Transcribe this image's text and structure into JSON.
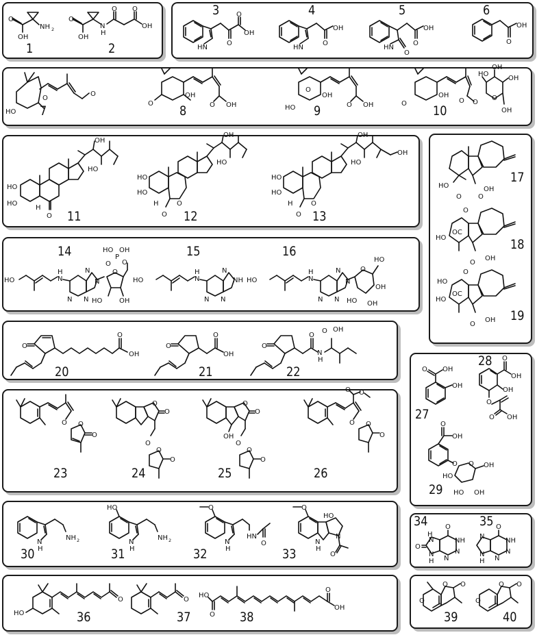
{
  "figure": {
    "description": "Chemical structures of plant hormones and signaling molecules grouped into panels",
    "panels": [
      {
        "id": "A",
        "compounds": [
          {
            "number": "1",
            "atoms": [
              "O",
              "OH",
              "NH2"
            ]
          },
          {
            "number": "2",
            "atoms": [
              "O",
              "OH",
              "N",
              "H",
              "O",
              "O",
              "OH"
            ]
          }
        ]
      },
      {
        "id": "B",
        "compounds": [
          {
            "number": "3",
            "atoms": [
              "HN",
              "O",
              "O",
              "OH"
            ]
          },
          {
            "number": "4",
            "atoms": [
              "HN",
              "O",
              "OH"
            ]
          },
          {
            "number": "5",
            "atoms": [
              "HN",
              "O",
              "O",
              "OH"
            ]
          },
          {
            "number": "6",
            "atoms": [
              "O",
              "OH"
            ]
          }
        ]
      },
      {
        "id": "C",
        "compounds": [
          {
            "number": "7",
            "atoms": [
              "HO",
              "O",
              "O"
            ]
          },
          {
            "number": "8",
            "atoms": [
              "O",
              "OH",
              "O",
              "OH"
            ]
          },
          {
            "number": "9",
            "atoms": [
              "O",
              "OH",
              "HO",
              "O",
              "OH"
            ]
          },
          {
            "number": "10",
            "atoms": [
              "O",
              "OH",
              "O",
              "O",
              "HO",
              "OH",
              "OH",
              "O",
              "OH"
            ]
          }
        ]
      },
      {
        "id": "D",
        "compounds": [
          {
            "number": "11",
            "atoms": [
              "HO",
              "HO",
              "H",
              "O",
              "OH",
              "HO"
            ]
          },
          {
            "number": "12",
            "atoms": [
              "HO",
              "HO",
              "H",
              "O",
              "O",
              "OH",
              "HO"
            ]
          },
          {
            "number": "13",
            "atoms": [
              "HO",
              "HO",
              "H",
              "O",
              "O",
              "OH",
              "HO",
              "OH"
            ]
          }
        ]
      },
      {
        "id": "E",
        "compounds": [
          {
            "number": "17",
            "atoms": [
              "HO",
              "O",
              "O",
              "OH"
            ]
          },
          {
            "number": "18",
            "atoms": [
              "O",
              "OC",
              "HO",
              "O",
              "OH"
            ]
          },
          {
            "number": "19",
            "atoms": [
              "O",
              "HO",
              "OC",
              "HO",
              "O",
              "OH"
            ]
          }
        ]
      },
      {
        "id": "F",
        "compounds": [
          {
            "number": "14",
            "atoms": [
              "HO",
              "H",
              "N",
              "N",
              "N",
              "N",
              "N",
              "O",
              "O",
              "P",
              "HO",
              "OH",
              "O",
              "HO",
              "OH"
            ]
          },
          {
            "number": "15",
            "atoms": [
              "HO",
              "H",
              "N",
              "N",
              "NH",
              "N",
              "N"
            ]
          },
          {
            "number": "16",
            "atoms": [
              "HO",
              "H",
              "N",
              "N",
              "N",
              "N",
              "N",
              "O",
              "HO",
              "OH",
              "HO",
              "OH"
            ]
          }
        ]
      },
      {
        "id": "G",
        "compounds": [
          {
            "number": "20",
            "atoms": [
              "O",
              "O",
              "OH"
            ]
          },
          {
            "number": "21",
            "atoms": [
              "O",
              "O",
              "OH"
            ]
          },
          {
            "number": "22",
            "atoms": [
              "O",
              "O",
              "N",
              "H",
              "O",
              "OH"
            ]
          }
        ]
      },
      {
        "id": "H",
        "compounds": [
          {
            "number": "27",
            "atoms": [
              "O",
              "OH",
              "OH"
            ]
          },
          {
            "number": "28",
            "atoms": [
              "O",
              "OH",
              "OH",
              "O",
              "O",
              "OH"
            ]
          },
          {
            "number": "29",
            "atoms": [
              "O",
              "OH",
              "O",
              "O",
              "OH",
              "HO",
              "HO",
              "OH"
            ]
          }
        ]
      },
      {
        "id": "I",
        "compounds": [
          {
            "number": "23",
            "atoms": [
              "O",
              "O",
              "O"
            ]
          },
          {
            "number": "24",
            "atoms": [
              "O",
              "O",
              "O",
              "O",
              "O"
            ]
          },
          {
            "number": "25",
            "atoms": [
              "O",
              "O",
              "OH",
              "O",
              "O",
              "O"
            ]
          },
          {
            "number": "26",
            "atoms": [
              "O",
              "O",
              "O",
              "O",
              "O"
            ]
          }
        ]
      },
      {
        "id": "J",
        "compounds": [
          {
            "number": "30",
            "atoms": [
              "N",
              "H",
              "NH2"
            ]
          },
          {
            "number": "31",
            "atoms": [
              "HO",
              "N",
              "H",
              "NH2"
            ]
          },
          {
            "number": "32",
            "atoms": [
              "O",
              "N",
              "H",
              "HN",
              "O"
            ]
          },
          {
            "number": "33",
            "atoms": [
              "O",
              "HO",
              "N",
              "H",
              "N",
              "O"
            ]
          }
        ]
      },
      {
        "id": "K",
        "compounds": [
          {
            "number": "34",
            "atoms": [
              "H",
              "N",
              "O",
              "N",
              "H",
              "O",
              "NH",
              "N",
              "N"
            ]
          },
          {
            "number": "35",
            "atoms": [
              "N",
              "N",
              "H",
              "O",
              "NH",
              "N",
              "N"
            ]
          }
        ]
      },
      {
        "id": "L",
        "compounds": [
          {
            "number": "36",
            "atoms": [
              "HO",
              "O"
            ]
          },
          {
            "number": "37",
            "atoms": [
              "O"
            ]
          },
          {
            "number": "38",
            "atoms": [
              "HO",
              "O",
              "O",
              "OH"
            ]
          }
        ]
      },
      {
        "id": "M",
        "compounds": [
          {
            "number": "39",
            "atoms": [
              "O",
              "O",
              "O"
            ]
          },
          {
            "number": "40",
            "atoms": [
              "O",
              "O",
              "O"
            ]
          }
        ]
      }
    ]
  },
  "labels": {
    "n1": "1",
    "n2": "2",
    "n3": "3",
    "n4": "4",
    "n5": "5",
    "n6": "6",
    "n7": "7",
    "n8": "8",
    "n9": "9",
    "n10": "10",
    "n11": "11",
    "n12": "12",
    "n13": "13",
    "n14": "14",
    "n15": "15",
    "n16": "16",
    "n17": "17",
    "n18": "18",
    "n19": "19",
    "n20": "20",
    "n21": "21",
    "n22": "22",
    "n23": "23",
    "n24": "24",
    "n25": "25",
    "n26": "26",
    "n27": "27",
    "n28": "28",
    "n29": "29",
    "n30": "30",
    "n31": "31",
    "n32": "32",
    "n33": "33",
    "n34": "34",
    "n35": "35",
    "n36": "36",
    "n37": "37",
    "n38": "38",
    "n39": "39",
    "n40": "40"
  },
  "atoms": {
    "O": "O",
    "OH": "OH",
    "HO": "HO",
    "H": "H",
    "N": "N",
    "NH": "NH",
    "HN": "HN",
    "NH2": "NH",
    "sub2": "2",
    "P": "P",
    "OC": "OC"
  },
  "style": {
    "border_color": "#1a1a1a",
    "shadow_color": "#bdbdbd",
    "background": "#ffffff",
    "ink": "#111111"
  }
}
